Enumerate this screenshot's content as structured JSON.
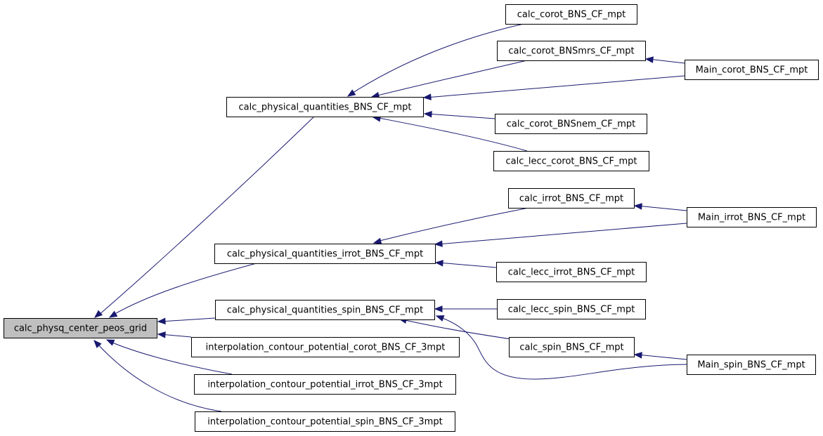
{
  "nodes": [
    {
      "id": "root",
      "label": "calc_physq_center_peos_grid",
      "root": true
    },
    {
      "id": "pq_bns",
      "label": "calc_physical_quantities_BNS_CF_mpt"
    },
    {
      "id": "pq_irrot",
      "label": "calc_physical_quantities_irrot_BNS_CF_mpt"
    },
    {
      "id": "pq_spin",
      "label": "calc_physical_quantities_spin_BNS_CF_mpt"
    },
    {
      "id": "ic_corot",
      "label": "interpolation_contour_potential_corot_BNS_CF_3mpt"
    },
    {
      "id": "ic_irrot",
      "label": "interpolation_contour_potential_irrot_BNS_CF_3mpt"
    },
    {
      "id": "ic_spin",
      "label": "interpolation_contour_potential_spin_BNS_CF_3mpt"
    },
    {
      "id": "corot",
      "label": "calc_corot_BNS_CF_mpt"
    },
    {
      "id": "corot_mrs",
      "label": "calc_corot_BNSmrs_CF_mpt"
    },
    {
      "id": "corot_nem",
      "label": "calc_corot_BNSnem_CF_mpt"
    },
    {
      "id": "lecc_corot",
      "label": "calc_lecc_corot_BNS_CF_mpt"
    },
    {
      "id": "irrot",
      "label": "calc_irrot_BNS_CF_mpt"
    },
    {
      "id": "lecc_irrot",
      "label": "calc_lecc_irrot_BNS_CF_mpt"
    },
    {
      "id": "lecc_spin",
      "label": "calc_lecc_spin_BNS_CF_mpt"
    },
    {
      "id": "spin",
      "label": "calc_spin_BNS_CF_mpt"
    },
    {
      "id": "main_corot",
      "label": "Main_corot_BNS_CF_mpt"
    },
    {
      "id": "main_irrot",
      "label": "Main_irrot_BNS_CF_mpt"
    },
    {
      "id": "main_spin",
      "label": "Main_spin_BNS_CF_mpt"
    }
  ],
  "edges": [
    {
      "from": "pq_bns",
      "to": "root"
    },
    {
      "from": "pq_irrot",
      "to": "root"
    },
    {
      "from": "pq_spin",
      "to": "root"
    },
    {
      "from": "ic_corot",
      "to": "root"
    },
    {
      "from": "ic_irrot",
      "to": "root"
    },
    {
      "from": "ic_spin",
      "to": "root"
    },
    {
      "from": "corot",
      "to": "pq_bns"
    },
    {
      "from": "corot_mrs",
      "to": "pq_bns"
    },
    {
      "from": "main_corot",
      "to": "pq_bns"
    },
    {
      "from": "corot_nem",
      "to": "pq_bns"
    },
    {
      "from": "lecc_corot",
      "to": "pq_bns"
    },
    {
      "from": "main_corot",
      "to": "corot_mrs"
    },
    {
      "from": "irrot",
      "to": "pq_irrot"
    },
    {
      "from": "main_irrot",
      "to": "pq_irrot"
    },
    {
      "from": "lecc_irrot",
      "to": "pq_irrot"
    },
    {
      "from": "main_irrot",
      "to": "irrot"
    },
    {
      "from": "lecc_spin",
      "to": "pq_spin"
    },
    {
      "from": "spin",
      "to": "pq_spin"
    },
    {
      "from": "main_spin",
      "to": "pq_spin"
    },
    {
      "from": "main_spin",
      "to": "spin"
    }
  ],
  "colors": {
    "edge": "#191970",
    "root_fill": "#bfbfbf",
    "node_fill": "#ffffff",
    "border": "#000000"
  }
}
